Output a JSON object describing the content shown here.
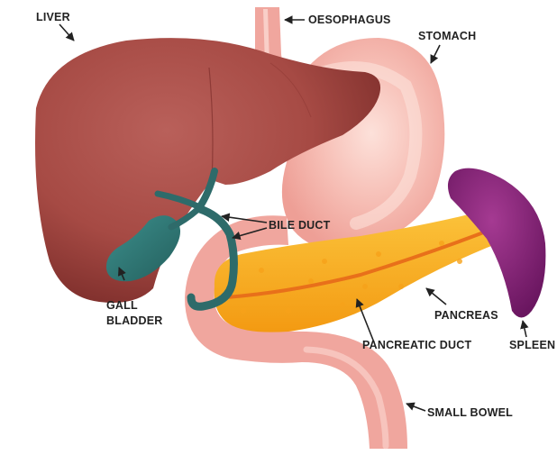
{
  "labels": {
    "liver": "LIVER",
    "oesophagus": "OESOPHAGUS",
    "stomach": "STOMACH",
    "bile_duct": "BILE DUCT",
    "gall_bladder_line1": "GALL",
    "gall_bladder_line2": "BLADDER",
    "pancreas": "PANCREAS",
    "pancreatic_duct": "PANCREATIC DUCT",
    "spleen": "SPLEEN",
    "small_bowel": "SMALL BOWEL"
  },
  "colors": {
    "liver": "#a64a44",
    "liver_dark": "#7f2f2c",
    "stomach": "#f2aaa2",
    "stomach_light": "#fbd9d2",
    "bowel": "#f0a69e",
    "bile_duct": "#2e6b6a",
    "gall_bladder": "#2f7876",
    "pancreas": "#f6a316",
    "pancreas_light": "#fbc23a",
    "pancreatic_duct": "#e8701a",
    "spleen": "#7c1f6e",
    "spleen_light": "#a53a92"
  }
}
